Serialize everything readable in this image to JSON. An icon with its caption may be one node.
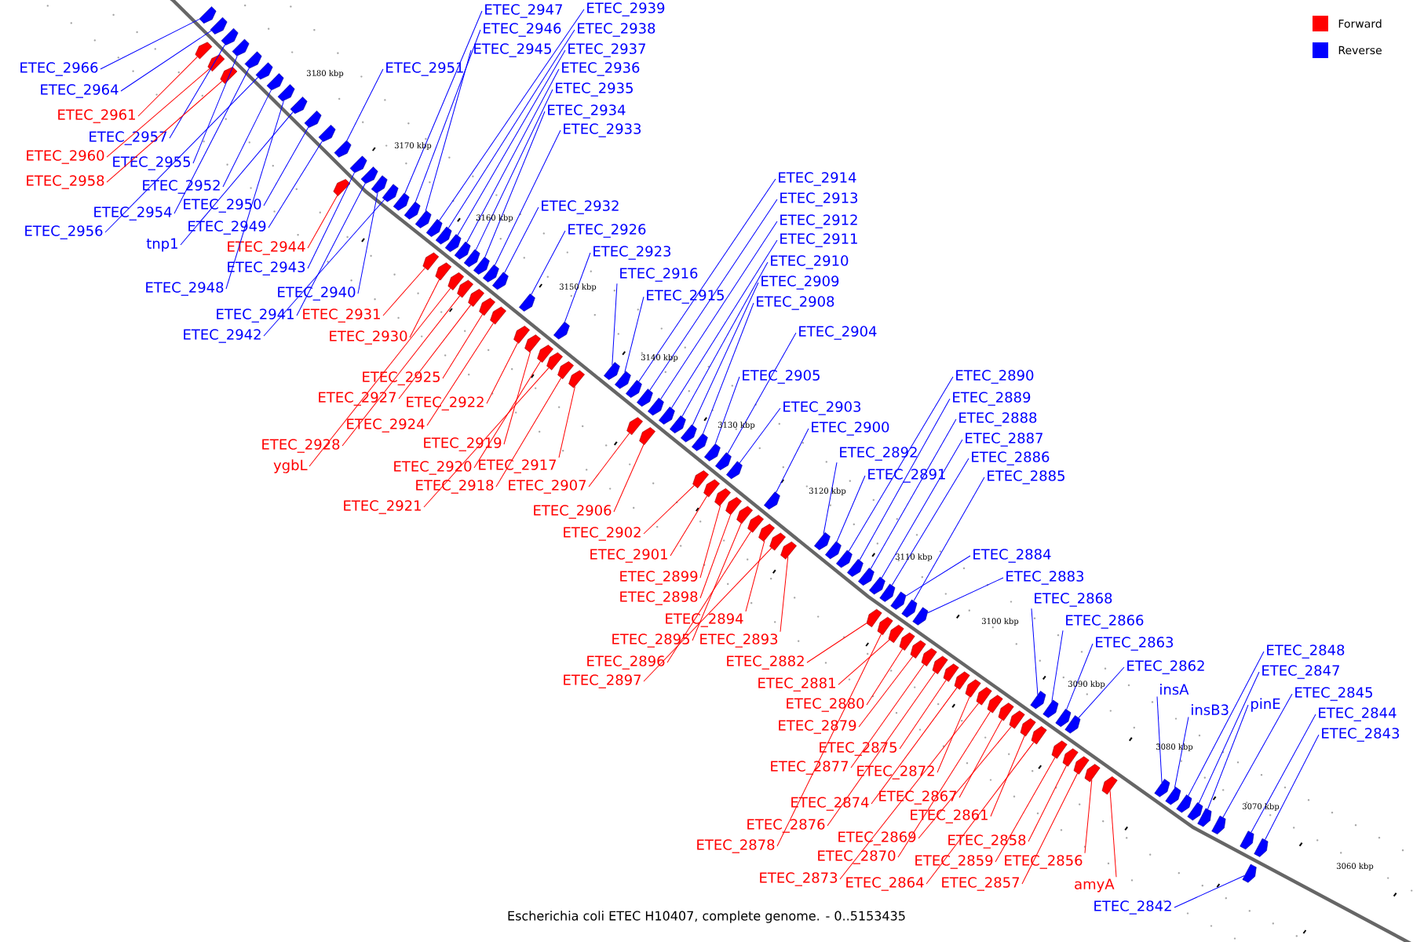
{
  "diagram": {
    "caption": "Escherichia coli ETEC H10407, complete genome. - 0..5153435",
    "nodes": [
      {
        "text": [
          "ETEC_2966"
        ]
      },
      {
        "text": [
          "ETEC_2964"
        ]
      },
      {
        "text": [
          "ETEC_2961"
        ]
      },
      {
        "text": [
          "ETEC_2957"
        ]
      },
      {
        "text": [
          "ETEC_2960"
        ]
      },
      {
        "text": [
          "ETEC_2955"
        ]
      },
      {
        "text": [
          "ETEC_2958"
        ]
      },
      {
        "text": [
          "ETEC_2952"
        ]
      },
      {
        "text": [
          "ETEC_2950"
        ]
      },
      {
        "text": [
          "ETEC_2954"
        ]
      },
      {
        "text": [
          "ETEC_2949"
        ]
      },
      {
        "text": [
          "ETEC_2956"
        ]
      },
      {
        "text": [
          "tnp1"
        ]
      },
      {
        "text": [
          "ETEC_2944"
        ]
      },
      {
        "text": [
          "ETEC_2943"
        ]
      },
      {
        "text": [
          "ETEC_2948"
        ]
      },
      {
        "text": [
          "ETEC_2940"
        ]
      },
      {
        "text": [
          "ETEC_2941"
        ]
      },
      {
        "text": [
          "ETEC_2931"
        ]
      },
      {
        "text": [
          "ETEC_2942"
        ]
      },
      {
        "text": [
          "ETEC_2930"
        ]
      },
      {
        "text": [
          "ETEC_2951"
        ]
      },
      {
        "text": [
          "ETEC_2947"
        ]
      },
      {
        "text": [
          "ETEC_2939"
        ]
      },
      {
        "text": [
          "ETEC_2946"
        ]
      },
      {
        "text": [
          "ETEC_2938"
        ]
      },
      {
        "text": [
          "ETEC_2945"
        ]
      },
      {
        "text": [
          "ETEC_2937"
        ]
      },
      {
        "text": [
          "ETEC_2936"
        ]
      },
      {
        "text": [
          "ETEC_2935"
        ]
      },
      {
        "text": [
          "ETEC_2934"
        ]
      },
      {
        "text": [
          "ETEC_2933"
        ]
      },
      {
        "text": [
          "ETEC_2932"
        ]
      },
      {
        "text": [
          "ETEC_2926"
        ]
      },
      {
        "text": [
          "ETEC_2923"
        ]
      },
      {
        "text": [
          "ETEC_2916"
        ]
      },
      {
        "text": [
          "ETEC_2915"
        ]
      },
      {
        "text": [
          "ETEC_2914"
        ]
      },
      {
        "text": [
          "ETEC_2913"
        ]
      },
      {
        "text": [
          "ETEC_2912"
        ]
      },
      {
        "text": [
          "ETEC_2911"
        ]
      },
      {
        "text": [
          "ETEC_2910"
        ]
      },
      {
        "text": [
          "ETEC_2909"
        ]
      },
      {
        "text": [
          "ETEC_2908"
        ]
      },
      {
        "text": [
          "ETEC_2904"
        ]
      },
      {
        "text": [
          "ETEC_2905"
        ]
      },
      {
        "text": [
          "ETEC_2903"
        ]
      },
      {
        "text": [
          "ETEC_2900"
        ]
      },
      {
        "text": [
          "ETEC_2890"
        ]
      },
      {
        "text": [
          "ETEC_2889"
        ]
      },
      {
        "text": [
          "ETEC_2888"
        ]
      },
      {
        "text": [
          "ETEC_2887"
        ]
      },
      {
        "text": [
          "ETEC_2892"
        ]
      },
      {
        "text": [
          "ETEC_2886"
        ]
      },
      {
        "text": [
          "ETEC_2891"
        ]
      },
      {
        "text": [
          "ETEC_2885"
        ]
      },
      {
        "text": [
          "ETEC_2884"
        ]
      },
      {
        "text": [
          "ETEC_2883"
        ]
      },
      {
        "text": [
          "ETEC_2868"
        ]
      },
      {
        "text": [
          "ETEC_2866"
        ]
      },
      {
        "text": [
          "ETEC_2863"
        ]
      },
      {
        "text": [
          "ETEC_2848"
        ]
      },
      {
        "text": [
          "ETEC_2862"
        ]
      },
      {
        "text": [
          "ETEC_2847"
        ]
      },
      {
        "text": [
          "insA"
        ]
      },
      {
        "text": [
          "ETEC_2845"
        ]
      },
      {
        "text": [
          "pinE"
        ]
      },
      {
        "text": [
          "insB3"
        ]
      },
      {
        "text": [
          "ETEC_2844"
        ]
      },
      {
        "text": [
          "ETEC_2843"
        ]
      },
      {
        "text": [
          "ETEC_2925"
        ]
      },
      {
        "text": [
          "ETEC_2927"
        ]
      },
      {
        "text": [
          "ETEC_2922"
        ]
      },
      {
        "text": [
          "ETEC_2924"
        ]
      },
      {
        "text": [
          "ETEC_2919"
        ]
      },
      {
        "text": [
          "ETEC_2928"
        ]
      },
      {
        "text": [
          "ETEC_2920"
        ]
      },
      {
        "text": [
          "ETEC_2917"
        ]
      },
      {
        "text": [
          "ygbL"
        ]
      },
      {
        "text": [
          "ETEC_2918"
        ]
      },
      {
        "text": [
          "ETEC_2907"
        ]
      },
      {
        "text": [
          "ETEC_2921"
        ]
      },
      {
        "text": [
          "ETEC_2906"
        ]
      },
      {
        "text": [
          "ETEC_2902"
        ]
      },
      {
        "text": [
          "ETEC_2901"
        ]
      },
      {
        "text": [
          "ETEC_2899"
        ]
      },
      {
        "text": [
          "ETEC_2898"
        ]
      },
      {
        "text": [
          "ETEC_2894"
        ]
      },
      {
        "text": [
          "ETEC_2895"
        ]
      },
      {
        "text": [
          "ETEC_2893"
        ]
      },
      {
        "text": [
          "ETEC_2896"
        ]
      },
      {
        "text": [
          "ETEC_2882"
        ]
      },
      {
        "text": [
          "ETEC_2897"
        ]
      },
      {
        "text": [
          "ETEC_2881"
        ]
      },
      {
        "text": [
          "ETEC_2880"
        ]
      },
      {
        "text": [
          "ETEC_2879"
        ]
      },
      {
        "text": [
          "ETEC_2875"
        ]
      },
      {
        "text": [
          "ETEC_2877"
        ]
      },
      {
        "text": [
          "ETEC_2872"
        ]
      },
      {
        "text": [
          "ETEC_2867"
        ]
      },
      {
        "text": [
          "ETEC_2874"
        ]
      },
      {
        "text": [
          "ETEC_2861"
        ]
      },
      {
        "text": [
          "ETEC_2876"
        ]
      },
      {
        "text": [
          "ETEC_2869"
        ]
      },
      {
        "text": [
          "ETEC_2858"
        ]
      },
      {
        "text": [
          "ETEC_2878"
        ]
      },
      {
        "text": [
          "ETEC_2870"
        ]
      },
      {
        "text": [
          "ETEC_2859"
        ]
      },
      {
        "text": [
          "ETEC_2856"
        ]
      },
      {
        "text": [
          "ETEC_2873"
        ]
      },
      {
        "text": [
          "ETEC_2864"
        ]
      },
      {
        "text": [
          "ETEC_2857"
        ]
      },
      {
        "text": [
          "amyA"
        ]
      },
      {
        "text": [
          "ETEC_2842"
        ]
      },
      {
        "text": [],
        "shape": "arrow"
      },
      {
        "text": [],
        "shape": "arrow"
      },
      {
        "text": [],
        "shape": "arrow"
      },
      {
        "text": [],
        "shape": "arrow"
      },
      {
        "text": [],
        "shape": "arrow"
      },
      {
        "text": [],
        "shape": "arrow"
      },
      {
        "text": [],
        "shape": "arrow"
      },
      {
        "text": [],
        "shape": "arrow"
      },
      {
        "text": [],
        "shape": "arrow"
      },
      {
        "text": [],
        "shape": "arrow"
      },
      {
        "text": [],
        "shape": "arrow"
      },
      {
        "text": [],
        "shape": "arrow"
      },
      {
        "text": [],
        "shape": "arrow"
      },
      {
        "text": [],
        "shape": "arrow"
      },
      {
        "text": [],
        "shape": "arrow"
      },
      {
        "text": [],
        "shape": "arrow"
      },
      {
        "text": [],
        "shape": "arrow"
      },
      {
        "text": [],
        "shape": "arrow"
      },
      {
        "text": [],
        "shape": "arrow"
      },
      {
        "text": [],
        "shape": "arrow"
      },
      {
        "text": [],
        "shape": "arrow"
      },
      {
        "text": [],
        "shape": "arrow"
      },
      {
        "text": [],
        "shape": "arrow"
      },
      {
        "text": [],
        "shape": "arrow"
      },
      {
        "text": [],
        "shape": "arrow"
      },
      {
        "text": [],
        "shape": "arrow"
      },
      {
        "text": [],
        "shape": "arrow"
      },
      {
        "text": [],
        "shape": "arrow"
      },
      {
        "text": [],
        "shape": "arrow"
      },
      {
        "text": [],
        "shape": "arrow"
      },
      {
        "text": [],
        "shape": "arrow"
      },
      {
        "text": [],
        "shape": "arrow"
      },
      {
        "text": [],
        "shape": "arrow"
      },
      {
        "text": [],
        "shape": "arrow"
      },
      {
        "text": [],
        "shape": "arrow"
      },
      {
        "text": [],
        "shape": "arrow"
      },
      {
        "text": [],
        "shape": "arrow"
      },
      {
        "text": [],
        "shape": "arrow"
      },
      {
        "text": [],
        "shape": "arrow"
      },
      {
        "text": [],
        "shape": "arrow"
      },
      {
        "text": [],
        "shape": "arrow"
      },
      {
        "text": [],
        "shape": "arrow"
      },
      {
        "text": [],
        "shape": "arrow"
      },
      {
        "text": [],
        "shape": "arrow"
      },
      {
        "text": [],
        "shape": "arrow"
      },
      {
        "text": [],
        "shape": "arrow"
      },
      {
        "text": [],
        "shape": "arrow"
      },
      {
        "text": [],
        "shape": "arrow"
      },
      {
        "text": [],
        "shape": "arrow"
      },
      {
        "text": [],
        "shape": "arrow"
      },
      {
        "text": [],
        "shape": "arrow"
      },
      {
        "text": [],
        "shape": "arrow"
      },
      {
        "text": [],
        "shape": "arrow"
      },
      {
        "text": [],
        "shape": "arrow"
      },
      {
        "text": [],
        "shape": "arrow"
      },
      {
        "text": [],
        "shape": "arrow"
      },
      {
        "text": [],
        "shape": "arrow"
      },
      {
        "text": [],
        "shape": "arrow"
      },
      {
        "text": [],
        "shape": "arrow"
      },
      {
        "text": [],
        "shape": "arrow"
      },
      {
        "text": [],
        "shape": "arrow"
      },
      {
        "text": [],
        "shape": "arrow"
      },
      {
        "text": [],
        "shape": "arrow"
      },
      {
        "text": [],
        "shape": "arrow"
      },
      {
        "text": [],
        "shape": "arrow"
      },
      {
        "text": [],
        "shape": "arrow"
      },
      {
        "text": [],
        "shape": "arrow"
      },
      {
        "text": [],
        "shape": "arrow"
      },
      {
        "text": [],
        "shape": "arrow"
      },
      {
        "text": [],
        "shape": "arrow"
      },
      {
        "text": [],
        "shape": "arrow"
      },
      {
        "text": [],
        "shape": "arrow"
      },
      {
        "text": [],
        "shape": "arrow"
      },
      {
        "text": [],
        "shape": "arrow"
      },
      {
        "text": [],
        "shape": "arrow"
      },
      {
        "text": [],
        "shape": "arrow"
      },
      {
        "text": [],
        "shape": "arrow"
      },
      {
        "text": [],
        "shape": "arrow"
      },
      {
        "text": [],
        "shape": "arrow"
      },
      {
        "text": [],
        "shape": "arrow"
      },
      {
        "text": [],
        "shape": "arrow"
      },
      {
        "text": [],
        "shape": "arrow"
      },
      {
        "text": [],
        "shape": "arrow"
      },
      {
        "text": [],
        "shape": "arrow"
      },
      {
        "text": [],
        "shape": "arrow"
      },
      {
        "text": [],
        "shape": "arrow"
      },
      {
        "text": [],
        "shape": "arrow"
      },
      {
        "text": [],
        "shape": "arrow"
      },
      {
        "text": [],
        "shape": "arrow"
      },
      {
        "text": [],
        "shape": "arrow"
      },
      {
        "text": [],
        "shape": "arrow"
      },
      {
        "text": [],
        "shape": "arrow"
      },
      {
        "text": [],
        "shape": "arrow"
      },
      {
        "text": [],
        "shape": "arrow"
      },
      {
        "text": [],
        "shape": "arrow"
      },
      {
        "text": [],
        "shape": "arrow"
      },
      {
        "text": [],
        "shape": "arrow"
      },
      {
        "text": [],
        "shape": "arrow"
      },
      {
        "text": [],
        "shape": "arrow"
      },
      {
        "text": [],
        "shape": "arrow"
      },
      {
        "text": [],
        "shape": "arrow"
      },
      {
        "text": [],
        "shape": "arrow"
      },
      {
        "text": [],
        "shape": "arrow"
      },
      {
        "text": [],
        "shape": "arrow"
      },
      {
        "text": [],
        "shape": "arrow"
      },
      {
        "text": [],
        "shape": "arrow"
      },
      {
        "text": [],
        "shape": "arrow"
      },
      {
        "text": [],
        "shape": "arrow"
      },
      {
        "text": [],
        "shape": "arrow"
      },
      {
        "text": [],
        "shape": "arrow"
      },
      {
        "text": [],
        "shape": "arrow"
      },
      {
        "text": [],
        "shape": "arrow"
      },
      {
        "text": [],
        "shape": "arrow"
      },
      {
        "text": [],
        "shape": "arrow"
      }
    ],
    "edges": [
      {
        "from": 0,
        "to": 114,
        "arrow": "none"
      },
      {
        "from": 1,
        "to": 115,
        "arrow": "none"
      },
      {
        "from": 2,
        "to": 116,
        "arrow": "none",
        "color": "#ff0000"
      },
      {
        "from": 3,
        "to": 117,
        "arrow": "none"
      },
      {
        "from": 4,
        "to": 118,
        "arrow": "none",
        "color": "#ff0000"
      },
      {
        "from": 5,
        "to": 119,
        "arrow": "none"
      },
      {
        "from": 6,
        "to": 120,
        "arrow": "none",
        "color": "#ff0000"
      },
      {
        "from": 7,
        "to": 123,
        "arrow": "none"
      },
      {
        "from": 8,
        "to": 126,
        "arrow": "none"
      },
      {
        "from": 9,
        "to": 121,
        "arrow": "none"
      },
      {
        "from": 10,
        "to": 127,
        "arrow": "none"
      },
      {
        "from": 11,
        "to": 122,
        "arrow": "none"
      },
      {
        "from": 12,
        "to": 125,
        "arrow": "none"
      },
      {
        "from": 13,
        "to": 130,
        "arrow": "none",
        "color": "#ff0000"
      },
      {
        "from": 14,
        "to": 129,
        "arrow": "none"
      },
      {
        "from": 15,
        "to": 124,
        "arrow": "none"
      },
      {
        "from": 16,
        "to": 132,
        "arrow": "none"
      },
      {
        "from": 17,
        "to": 131,
        "arrow": "none"
      },
      {
        "from": 18,
        "to": 139,
        "arrow": "none",
        "color": "#ff0000"
      },
      {
        "from": 19,
        "to": 133,
        "arrow": "none"
      },
      {
        "from": 20,
        "to": 141,
        "arrow": "none",
        "color": "#ff0000"
      },
      {
        "from": 21,
        "to": 128,
        "arrow": "none"
      },
      {
        "from": 22,
        "to": 134,
        "arrow": "none"
      },
      {
        "from": 23,
        "to": 137,
        "arrow": "none"
      },
      {
        "from": 24,
        "to": 135,
        "arrow": "none"
      },
      {
        "from": 25,
        "to": 138,
        "arrow": "none"
      },
      {
        "from": 26,
        "to": 136,
        "arrow": "none"
      },
      {
        "from": 27,
        "to": 140,
        "arrow": "none"
      },
      {
        "from": 28,
        "to": 142,
        "arrow": "none"
      },
      {
        "from": 29,
        "to": 143,
        "arrow": "none"
      },
      {
        "from": 30,
        "to": 145,
        "arrow": "none"
      },
      {
        "from": 31,
        "to": 147,
        "arrow": "none"
      },
      {
        "from": 32,
        "to": 149,
        "arrow": "none"
      },
      {
        "from": 33,
        "to": 152,
        "arrow": "none"
      },
      {
        "from": 34,
        "to": 155,
        "arrow": "none"
      },
      {
        "from": 35,
        "to": 160,
        "arrow": "none"
      },
      {
        "from": 36,
        "to": 161,
        "arrow": "none"
      },
      {
        "from": 37,
        "to": 162,
        "arrow": "none"
      },
      {
        "from": 38,
        "to": 163,
        "arrow": "none"
      },
      {
        "from": 39,
        "to": 165,
        "arrow": "none"
      },
      {
        "from": 40,
        "to": 167,
        "arrow": "none"
      },
      {
        "from": 41,
        "to": 168,
        "arrow": "none"
      },
      {
        "from": 42,
        "to": 169,
        "arrow": "none"
      },
      {
        "from": 43,
        "to": 170,
        "arrow": "none"
      },
      {
        "from": 44,
        "to": 173,
        "arrow": "none"
      },
      {
        "from": 45,
        "to": 171,
        "arrow": "none"
      },
      {
        "from": 46,
        "to": 175,
        "arrow": "none"
      },
      {
        "from": 47,
        "to": 179,
        "arrow": "none"
      },
      {
        "from": 48,
        "to": 186,
        "arrow": "none"
      },
      {
        "from": 49,
        "to": 187,
        "arrow": "none"
      },
      {
        "from": 50,
        "to": 188,
        "arrow": "none"
      },
      {
        "from": 51,
        "to": 189,
        "arrow": "none"
      },
      {
        "from": 52,
        "to": 184,
        "arrow": "none"
      },
      {
        "from": 53,
        "to": 190,
        "arrow": "none"
      },
      {
        "from": 54,
        "to": 185,
        "arrow": "none"
      },
      {
        "from": 55,
        "to": 194,
        "arrow": "none"
      },
      {
        "from": 56,
        "to": 192,
        "arrow": "none"
      },
      {
        "from": 57,
        "to": 196,
        "arrow": "none"
      },
      {
        "from": 58,
        "to": 208,
        "arrow": "none"
      },
      {
        "from": 59,
        "to": 210,
        "arrow": "none"
      },
      {
        "from": 60,
        "to": 212,
        "arrow": "none"
      },
      {
        "from": 61,
        "to": 221,
        "arrow": "none"
      },
      {
        "from": 62,
        "to": 213,
        "arrow": "none"
      },
      {
        "from": 63,
        "to": 222,
        "arrow": "none"
      },
      {
        "from": 64,
        "to": 219,
        "arrow": "none"
      },
      {
        "from": 65,
        "to": 224,
        "arrow": "none"
      },
      {
        "from": 66,
        "to": 223,
        "arrow": "none"
      },
      {
        "from": 67,
        "to": 220,
        "arrow": "none"
      },
      {
        "from": 68,
        "to": 225,
        "arrow": "none"
      },
      {
        "from": 69,
        "to": 226,
        "arrow": "none"
      },
      {
        "from": 70,
        "to": 150,
        "arrow": "none",
        "color": "#ff0000"
      },
      {
        "from": 71,
        "to": 148,
        "arrow": "none",
        "color": "#ff0000"
      },
      {
        "from": 72,
        "to": 153,
        "arrow": "none",
        "color": "#ff0000"
      },
      {
        "from": 73,
        "to": 151,
        "arrow": "none",
        "color": "#ff0000"
      },
      {
        "from": 74,
        "to": 154,
        "arrow": "none",
        "color": "#ff0000"
      },
      {
        "from": 75,
        "to": 146,
        "arrow": "none",
        "color": "#ff0000"
      },
      {
        "from": 76,
        "to": 156,
        "arrow": "none",
        "color": "#ff0000"
      },
      {
        "from": 77,
        "to": 159,
        "arrow": "none",
        "color": "#ff0000"
      },
      {
        "from": 78,
        "to": 144,
        "arrow": "none",
        "color": "#ff0000"
      },
      {
        "from": 79,
        "to": 158,
        "arrow": "none",
        "color": "#ff0000"
      },
      {
        "from": 80,
        "to": 164,
        "arrow": "none",
        "color": "#ff0000"
      },
      {
        "from": 81,
        "to": 157,
        "arrow": "none",
        "color": "#ff0000"
      },
      {
        "from": 82,
        "to": 166,
        "arrow": "none",
        "color": "#ff0000"
      },
      {
        "from": 83,
        "to": 172,
        "arrow": "none",
        "color": "#ff0000"
      },
      {
        "from": 84,
        "to": 174,
        "arrow": "none",
        "color": "#ff0000"
      },
      {
        "from": 85,
        "to": 176,
        "arrow": "none",
        "color": "#ff0000"
      },
      {
        "from": 86,
        "to": 177,
        "arrow": "none",
        "color": "#ff0000"
      },
      {
        "from": 87,
        "to": 181,
        "arrow": "none",
        "color": "#ff0000"
      },
      {
        "from": 88,
        "to": 178,
        "arrow": "none",
        "color": "#ff0000"
      },
      {
        "from": 89,
        "to": 183,
        "arrow": "none",
        "color": "#ff0000"
      },
      {
        "from": 90,
        "to": 180,
        "arrow": "none",
        "color": "#ff0000"
      },
      {
        "from": 91,
        "to": 191,
        "arrow": "none",
        "color": "#ff0000"
      },
      {
        "from": 92,
        "to": 182,
        "arrow": "none",
        "color": "#ff0000"
      },
      {
        "from": 93,
        "to": 195,
        "arrow": "none",
        "color": "#ff0000"
      },
      {
        "from": 94,
        "to": 197,
        "arrow": "none",
        "color": "#ff0000"
      },
      {
        "from": 95,
        "to": 198,
        "arrow": "none",
        "color": "#ff0000"
      },
      {
        "from": 96,
        "to": 201,
        "arrow": "none",
        "color": "#ff0000"
      },
      {
        "from": 97,
        "to": 199,
        "arrow": "none",
        "color": "#ff0000"
      },
      {
        "from": 98,
        "to": 203,
        "arrow": "none",
        "color": "#ff0000"
      },
      {
        "from": 99,
        "to": 206,
        "arrow": "none",
        "color": "#ff0000"
      },
      {
        "from": 100,
        "to": 202,
        "arrow": "none",
        "color": "#ff0000"
      },
      {
        "from": 101,
        "to": 209,
        "arrow": "none",
        "color": "#ff0000"
      },
      {
        "from": 102,
        "to": 200,
        "arrow": "none",
        "color": "#ff0000"
      },
      {
        "from": 103,
        "to": 207,
        "arrow": "none",
        "color": "#ff0000"
      },
      {
        "from": 104,
        "to": 215,
        "arrow": "none",
        "color": "#ff0000"
      },
      {
        "from": 105,
        "to": 193,
        "arrow": "none",
        "color": "#ff0000"
      },
      {
        "from": 106,
        "to": 205,
        "arrow": "none",
        "color": "#ff0000"
      },
      {
        "from": 107,
        "to": 214,
        "arrow": "none",
        "color": "#ff0000"
      },
      {
        "from": 108,
        "to": 217,
        "arrow": "none",
        "color": "#ff0000"
      },
      {
        "from": 109,
        "to": 204,
        "arrow": "none",
        "color": "#ff0000"
      },
      {
        "from": 110,
        "to": 211,
        "arrow": "none",
        "color": "#ff0000"
      },
      {
        "from": 111,
        "to": 216,
        "arrow": "none",
        "color": "#ff0000"
      },
      {
        "from": 112,
        "to": 218,
        "arrow": "none",
        "color": "#ff0000"
      },
      {
        "from": 113,
        "to": 227,
        "arrow": "none"
      }
    ],
    "labels": [
      "3180 kbp",
      "3170 kbp",
      "3160 kbp",
      "3150 kbp",
      "3140 kbp",
      "3130 kbp",
      "3120 kbp",
      "3110 kbp",
      "3100 kbp",
      "3090 kbp",
      "3080 kbp",
      "3070 kbp",
      "3060 kbp"
    ],
    "legend": [
      {
        "text": "Forward",
        "color": "#ff0000"
      },
      {
        "text": "Reverse",
        "color": "#0000ff"
      }
    ]
  }
}
